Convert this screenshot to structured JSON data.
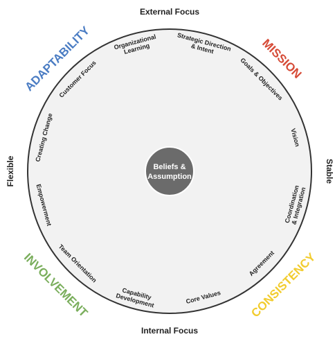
{
  "axes": {
    "top": "External Focus",
    "bottom": "Internal Focus",
    "left": "Flexible",
    "right": "Stable"
  },
  "center": {
    "line1": "Beliefs &",
    "line2": "Assumption"
  },
  "traits": [
    {
      "name": "ADAPTABILITY",
      "color": "#4a7cc3"
    },
    {
      "name": "MISSION",
      "color": "#d64a36"
    },
    {
      "name": "CONSISTENCY",
      "color": "#f4d23a"
    },
    {
      "name": "INVOLVEMENT",
      "color": "#7aae5c"
    }
  ],
  "trait_text_colors": {
    "ADAPTABILITY": "#4a7cc3",
    "MISSION": "#d64a36",
    "CONSISTENCY": "#f2cc2e",
    "INVOLVEMENT": "#7aae5c"
  },
  "segments": [
    {
      "lines": [
        "Strategic Direction",
        "& Intent"
      ]
    },
    {
      "lines": [
        "Goals & Objectives"
      ]
    },
    {
      "lines": [
        "Vision"
      ]
    },
    {
      "lines": [
        "Coordination",
        "& Integration"
      ]
    },
    {
      "lines": [
        "Agreement"
      ]
    },
    {
      "lines": [
        "Core Values"
      ]
    },
    {
      "lines": [
        "Capability",
        "Development"
      ]
    },
    {
      "lines": [
        "Team Orientation"
      ]
    },
    {
      "lines": [
        "Empowerment"
      ]
    },
    {
      "lines": [
        "Creating Change"
      ]
    },
    {
      "lines": [
        "Customer Focus"
      ]
    },
    {
      "lines": [
        "Organizational",
        "Learning"
      ]
    }
  ],
  "colors": {
    "ring": "#f2f2f2",
    "outline": "#333333",
    "center": "#6b6b6b"
  }
}
